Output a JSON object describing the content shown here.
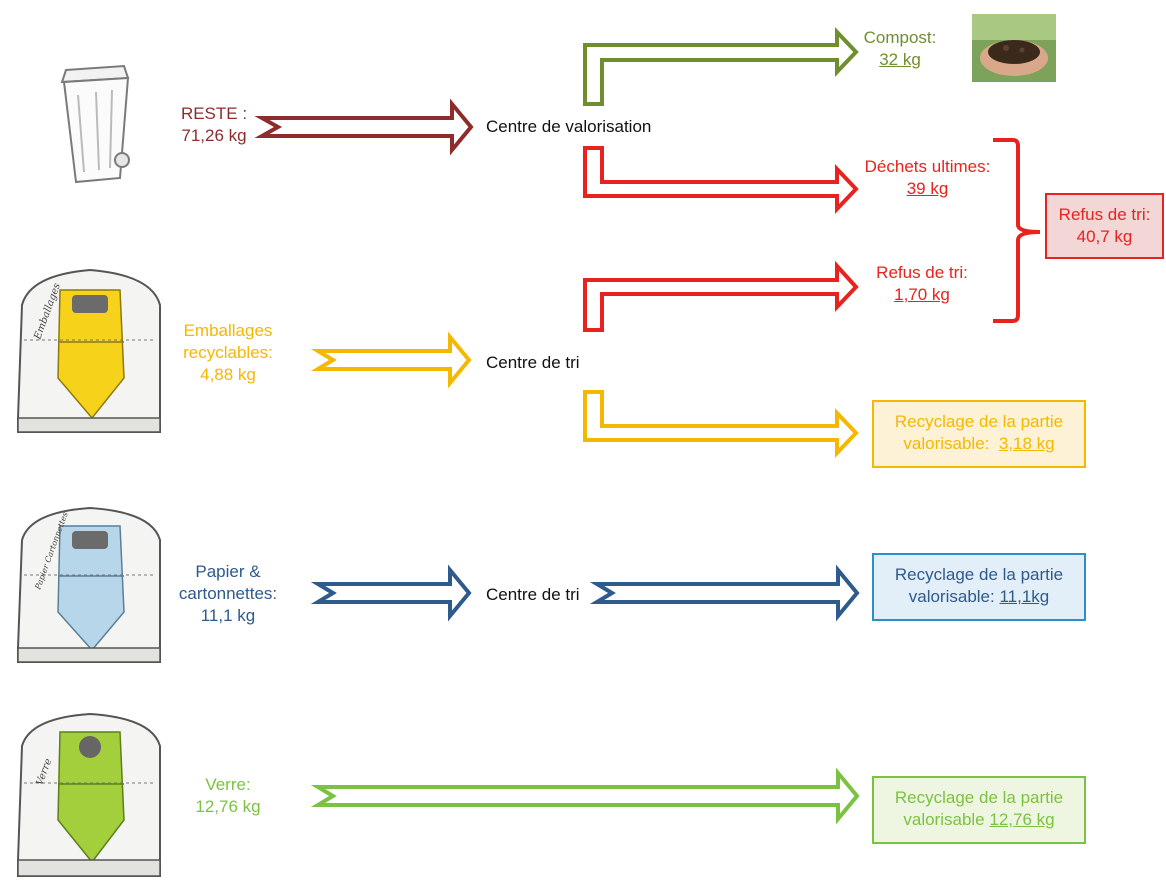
{
  "colors": {
    "reste": "#8e2c2c",
    "compost": "#6f8f2e",
    "red": "#e8231f",
    "emballages": "#f5b800",
    "papier": "#2e5a8c",
    "verre": "#7cc242",
    "black": "#111111"
  },
  "reste": {
    "label": "RESTE :",
    "value": "71,26 kg"
  },
  "centre_valorisation": "Centre de valorisation",
  "compost": {
    "label": "Compost:",
    "value": "32 kg"
  },
  "dechets_ultimes": {
    "label": "Déchets ultimes:",
    "value": "39 kg"
  },
  "refus_tri_small": {
    "label": "Refus de tri:",
    "value": "1,70 kg"
  },
  "refus_tri_total": {
    "label": "Refus de tri:",
    "value": "40,7 kg"
  },
  "emballages": {
    "line1": "Emballages",
    "line2": "recyclables:",
    "value": "4,88 kg"
  },
  "centre_tri_1": "Centre de tri",
  "recyclage_emballages": {
    "line1": "Recyclage de la partie",
    "line2": "valorisable:",
    "value": "3,18 kg"
  },
  "papier": {
    "line1": "Papier &",
    "line2": "cartonnettes:",
    "value": "11,1 kg"
  },
  "centre_tri_2": "Centre de tri",
  "recyclage_papier": {
    "line1": "Recyclage de la partie",
    "line2": "valorisable:",
    "value": "11,1kg"
  },
  "verre": {
    "label": "Verre:",
    "value": "12,76 kg"
  },
  "recyclage_verre": {
    "line1": "Recyclage de la partie",
    "line2": "valorisable",
    "value": "12,76 kg"
  },
  "bin_labels": {
    "emballages": "Emballages",
    "papier": "Papier Cartonnettes",
    "verre": "Verre"
  },
  "icons": [
    "wheelie-bin-icon",
    "emballages-container-icon",
    "papier-container-icon",
    "verre-container-icon",
    "compost-photo-icon"
  ]
}
